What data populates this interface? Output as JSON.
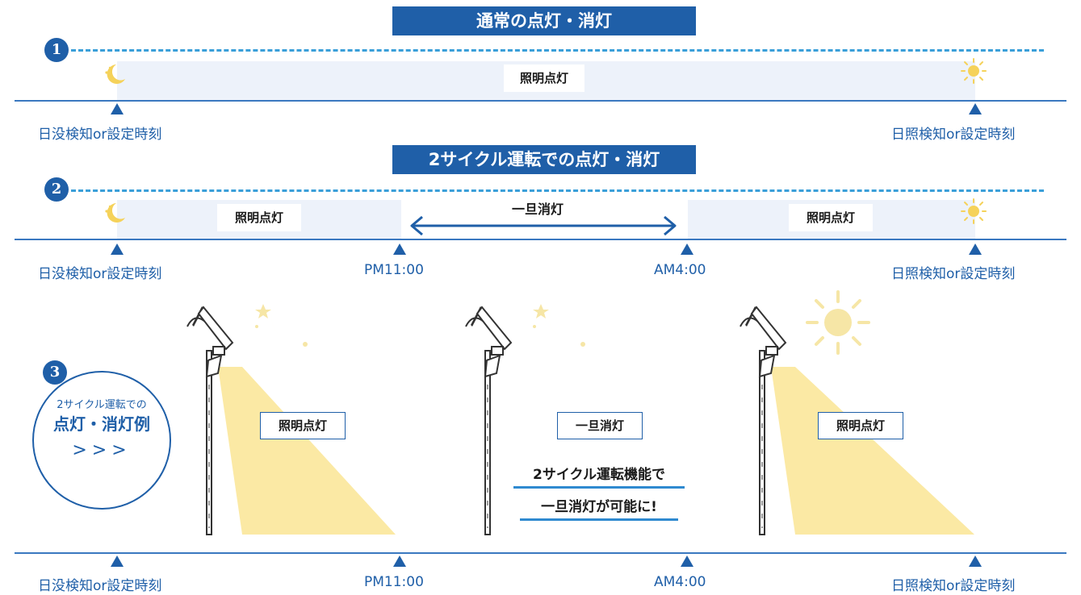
{
  "section1": {
    "banner": "通常の点灯・消灯",
    "number": "1",
    "band_label": "照明点灯",
    "left_label": "日没検知or設定時刻",
    "right_label": "日照検知or設定時刻"
  },
  "section2": {
    "banner": "2サイクル運転での点灯・消灯",
    "number": "2",
    "band_left_label": "照明点灯",
    "off_label": "一旦消灯",
    "band_right_label": "照明点灯",
    "labels": [
      "日没検知or設定時刻",
      "PM11:00",
      "AM4:00",
      "日照検知or設定時刻"
    ]
  },
  "section3": {
    "number": "3",
    "circle_line1": "2サイクル運転での",
    "circle_line2": "点灯・消灯例",
    "circle_arrows": ">>>",
    "box_left": "照明点灯",
    "box_center": "一旦消灯",
    "box_right": "照明点灯",
    "message_line1": "2サイクル運転機能で",
    "message_line2": "一旦消灯が可能に!",
    "labels": [
      "日没検知or設定時刻",
      "PM11:00",
      "AM4:00",
      "日照検知or設定時刻"
    ]
  },
  "colors": {
    "brand_blue": "#1f5fa8",
    "dash_blue": "#3a9fd9",
    "band": "#edf2fa",
    "light_yellow": "#fbe9a4",
    "moon_yellow": "#f6e6a6"
  }
}
